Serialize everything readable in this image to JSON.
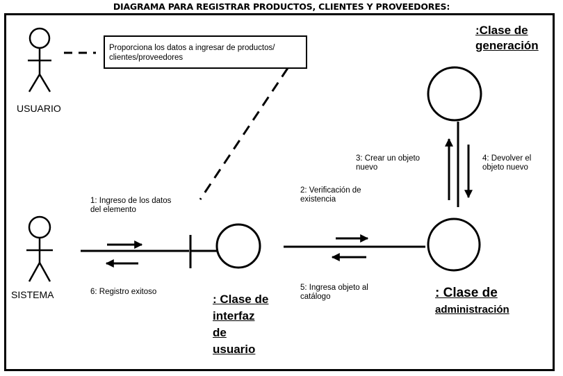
{
  "title": "DIAGRAMA PARA REGISTRAR PRODUCTOS, CLIENTES Y PROVEEDORES:",
  "note": {
    "line1": "Proporciona los datos a ingresar de productos/",
    "line2": "clientes/proveedores"
  },
  "actors": {
    "usuario": "USUARIO",
    "sistema": "SISTEMA"
  },
  "classes": {
    "interfaz": [
      "Clase de",
      "interfaz",
      "de",
      "usuario"
    ],
    "interfaz_prefix": ": ",
    "administracion": [
      ": Clase de",
      "administración"
    ],
    "generacion": [
      ":Clase de",
      "generación"
    ]
  },
  "messages": {
    "m1": [
      "1: Ingreso de los datos",
      "del elemento"
    ],
    "m2": [
      "2: Verificación de",
      "existencia"
    ],
    "m3": [
      "3: Crear un objeto",
      "nuevo"
    ],
    "m4": [
      "4: Devolver el",
      "objeto nuevo"
    ],
    "m5": [
      "5: Ingresa objeto al",
      "catálogo"
    ],
    "m6": [
      "6: Registro exitoso"
    ]
  }
}
